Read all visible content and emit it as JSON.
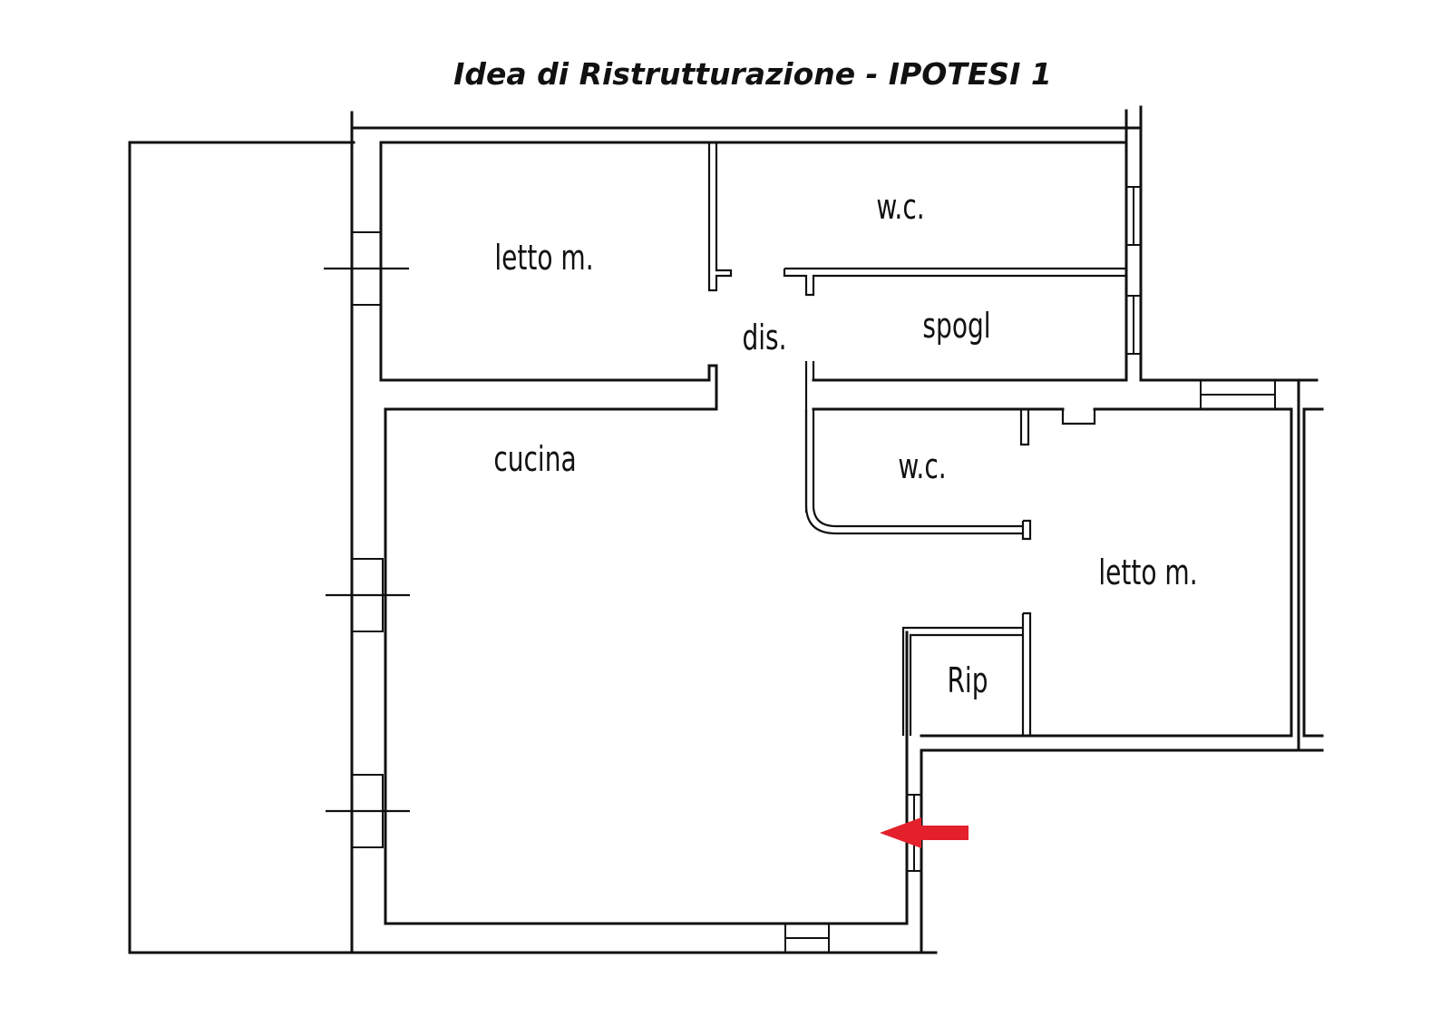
{
  "title": "Idea di Ristrutturazione - IPOTESI 1",
  "rooms": {
    "bedroom_top": "letto  m.",
    "wc_top": "w.c.",
    "hall": "dis.",
    "closet": "spogl",
    "kitchen": "cucina",
    "wc_bottom": "w.c.",
    "bedroom_right": "letto  m.",
    "storage": "Rip"
  },
  "colors": {
    "line": "#111111",
    "arrow": "#e3202b",
    "background": "#ffffff"
  },
  "arrow_direction": "left"
}
